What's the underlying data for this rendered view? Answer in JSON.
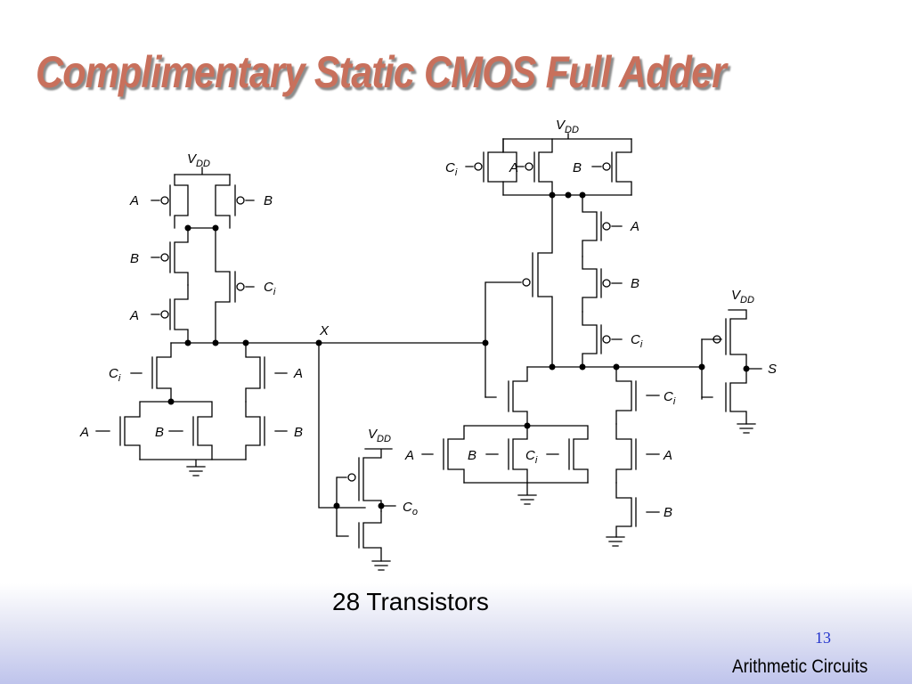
{
  "title": "Complimentary Static CMOS Full Adder",
  "caption": "28 Transistors",
  "page_number": "13",
  "footer": "Arithmetic Circuits",
  "labels": {
    "vdd": "V",
    "vdd_sub": "DD",
    "a": "A",
    "b": "B",
    "c": "C",
    "c_sub_i": "i",
    "c_sub_o": "o",
    "x": "X",
    "s": "S"
  },
  "colors": {
    "title": "#c8705c",
    "page_number": "#2233cc"
  }
}
